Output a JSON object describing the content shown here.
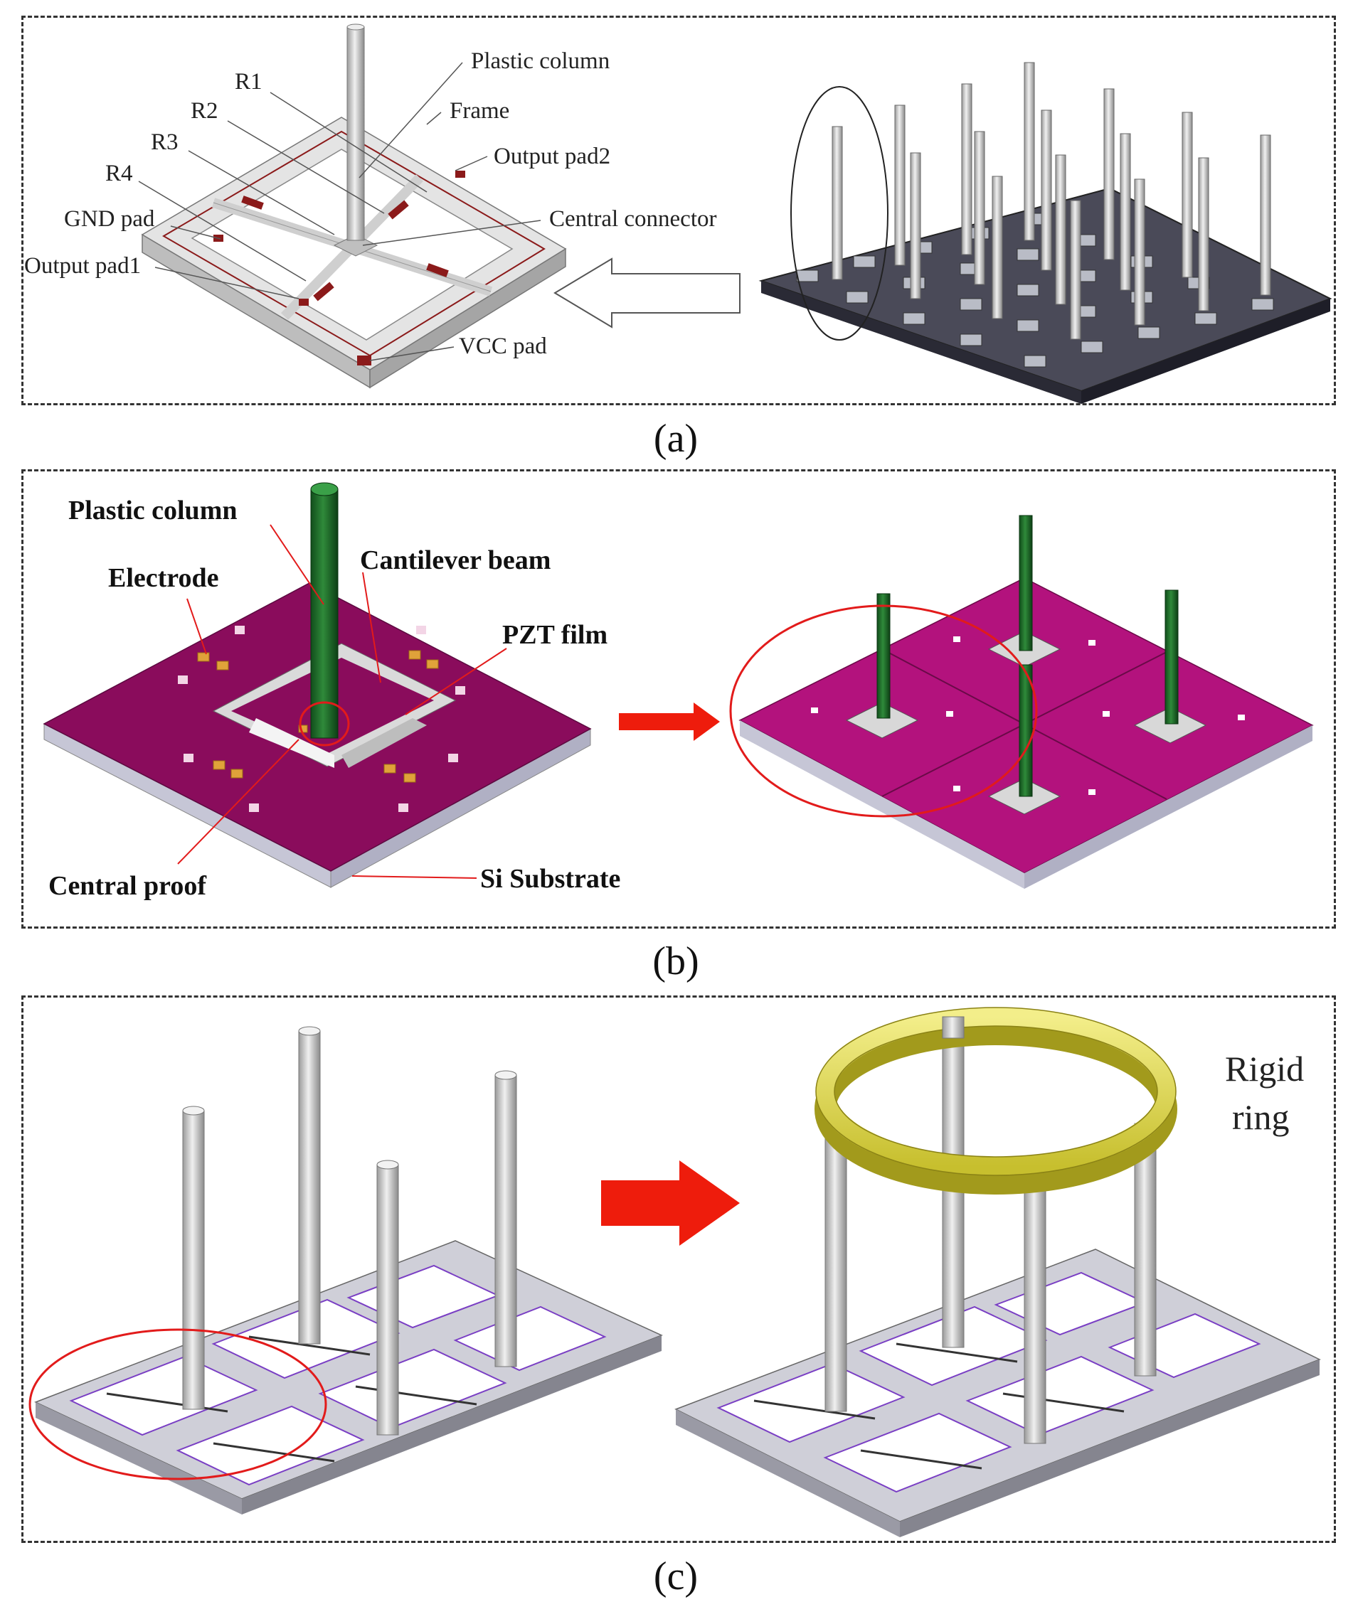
{
  "panel_a": {
    "caption": "(a)",
    "labels": {
      "plastic_column": "Plastic column",
      "r1": "R1",
      "r2": "R2",
      "r3": "R3",
      "r4": "R4",
      "frame": "Frame",
      "output_pad2": "Output pad2",
      "gnd_pad": "GND pad",
      "central_connector": "Central connector",
      "output_pad1": "Output pad1",
      "vcc_pad": "VCC pad"
    }
  },
  "panel_b": {
    "caption": "(b)",
    "labels": {
      "plastic_column": "Plastic column",
      "electrode": "Electrode",
      "cantilever_beam": "Cantilever beam",
      "pzt_film": "PZT film",
      "central_proof": "Central proof",
      "si_substrate": "Si Substrate"
    }
  },
  "panel_c": {
    "caption": "(c)",
    "labels": {
      "rigid_ring_line1": "Rigid",
      "rigid_ring_line2": "ring"
    }
  },
  "colors": {
    "pzt_film": "#8a0c5c",
    "pzt_film_light": "#b3127d",
    "column_green": "#1f6b2a",
    "column_grey": "#c9c9c9",
    "substrate": "#dcdce6",
    "ring": "#e6e05a",
    "arrow_red": "#ee1c0c",
    "highlight_red": "#e21b1b",
    "pad_red": "#8b1a1a",
    "frame_purple": "#7a3fc4"
  }
}
